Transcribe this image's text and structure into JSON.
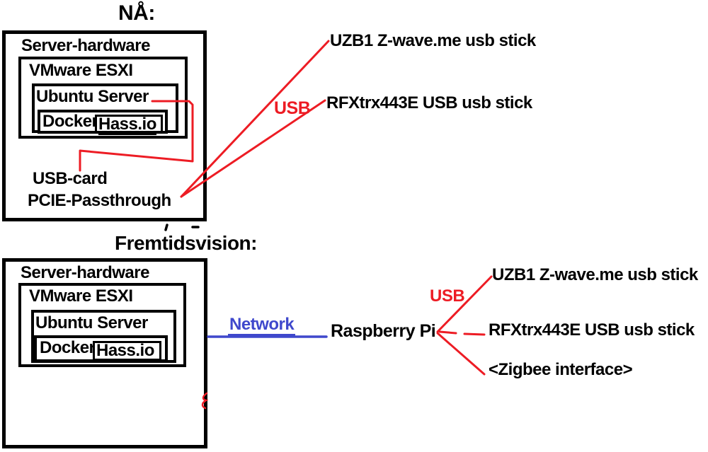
{
  "colors": {
    "ink": "#000000",
    "accent_red": "#ed1c24",
    "accent_blue": "#3f48cc",
    "background": "#ffffff"
  },
  "now": {
    "title": "NÅ:",
    "boxes": {
      "server": "Server-hardware",
      "vmware": "VMware ESXI",
      "ubuntu": "Ubuntu Server",
      "docker": "Docker",
      "hassio": "Hass.io"
    },
    "annotations": {
      "usb_card": "USB-card",
      "pcie": "PCIE-Passthrough",
      "usb": "USB"
    },
    "devices": {
      "uzb1": "UZB1 Z-wave.me usb stick",
      "rfxtrx": "RFXtrx443E USB usb stick"
    }
  },
  "future": {
    "title": "Fremtidsvision:",
    "boxes": {
      "server": "Server-hardware",
      "vmware": "VMware ESXI",
      "ubuntu": "Ubuntu Server",
      "docker": "Docker",
      "hassio": "Hass.io"
    },
    "annotations": {
      "network": "Network",
      "raspberry_pi": "Raspberry Pi",
      "usb": "USB"
    },
    "devices": {
      "uzb1": "UZB1 Z-wave.me usb stick",
      "rfxtrx": "RFXtrx443E USB usb stick",
      "zigbee": "<Zigbee interface>"
    }
  }
}
